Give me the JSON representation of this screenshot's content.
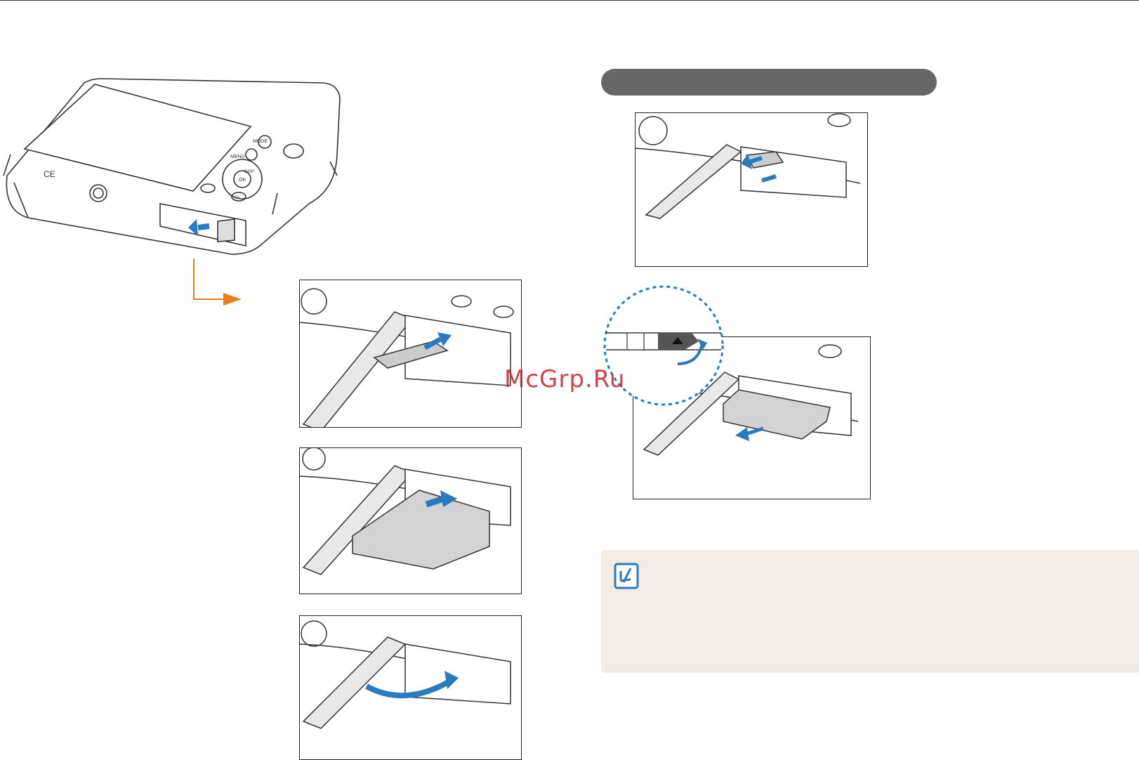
{
  "watermark": {
    "text": "McGrp.Ru"
  },
  "camera_labels": {
    "mode": "MODE",
    "menu": "MENU",
    "disp": "DISP",
    "ok": "OK",
    "fn": "Fn",
    "ce": "CE"
  },
  "colors": {
    "arrow_blue": "#2a7ac0",
    "flow_orange": "#e67e22",
    "section_pill": "#676767",
    "note_bg": "#f2ece4",
    "watermark_red": "#c8232c"
  },
  "icons": [
    "note-icon",
    "orange-flow-arrow",
    "blue-direction-arrow"
  ]
}
